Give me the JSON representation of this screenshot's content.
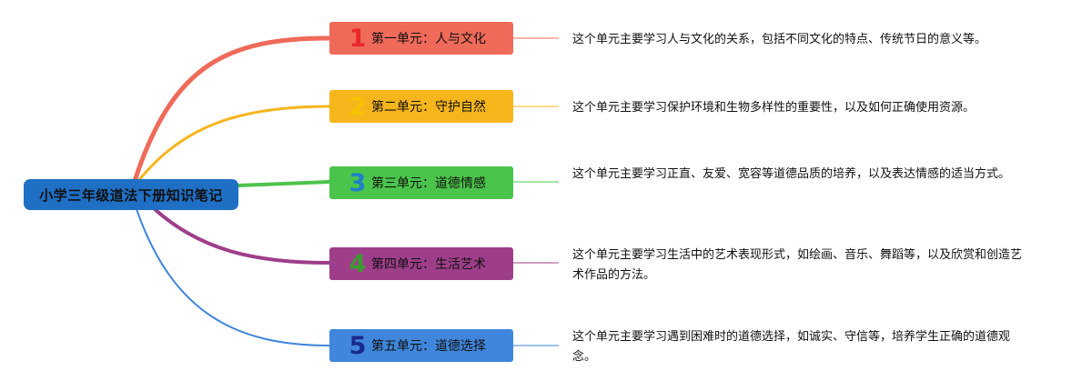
{
  "root": {
    "title": "小学三年级道法下册知识笔记",
    "color": "#1f6fc4"
  },
  "units": [
    {
      "number": "1",
      "label": "第一单元：人与文化",
      "color": "#f06a5a",
      "number_color": "#e8262b",
      "description": "这个单元主要学习人与文化的关系，包括不同文化的特点、传统节日的意义等。"
    },
    {
      "number": "2",
      "label": "第二单元：守护自然",
      "color": "#f7b51c",
      "number_color": "#f5c400",
      "description": "这个单元主要学习保护环境和生物多样性的重要性，以及如何正确使用资源。"
    },
    {
      "number": "3",
      "label": "第三单元：道德情感",
      "color": "#4bc44b",
      "number_color": "#1d7fc8",
      "description": "这个单元主要学习正直、友爱、宽容等道德品质的培养，以及表达情感的适当方式。"
    },
    {
      "number": "4",
      "label": "第四单元：生活艺术",
      "color": "#9e3e8a",
      "number_color": "#3a9a2f",
      "description": "这个单元主要学习生活中的艺术表现形式，如绘画、音乐、舞蹈等，以及欣赏和创造艺术作品的方法。"
    },
    {
      "number": "5",
      "label": "第五单元：道德选择",
      "color": "#3f86dc",
      "number_color": "#1a2a8c",
      "description": "这个单元主要学习遇到困难时的道德选择，如诚实、守信等，培养学生正确的道德观念。"
    }
  ]
}
